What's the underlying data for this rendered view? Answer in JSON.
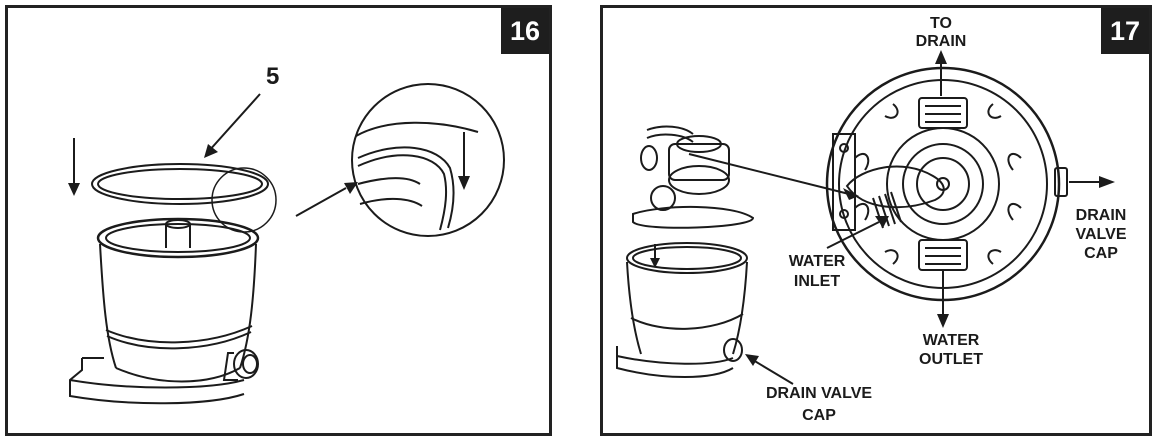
{
  "panels": [
    {
      "step": "16",
      "part_number": "5"
    },
    {
      "step": "17",
      "labels": {
        "to_drain_1": "TO",
        "to_drain_2": "DRAIN",
        "drain_valve_cap_right_1": "DRAIN",
        "drain_valve_cap_right_2": "VALVE",
        "drain_valve_cap_right_3": "CAP",
        "water_inlet_1": "WATER",
        "water_inlet_2": "INLET",
        "water_outlet_1": "WATER",
        "water_outlet_2": "OUTLET",
        "drain_valve_cap_bottom_1": "DRAIN VALVE",
        "drain_valve_cap_bottom_2": "CAP"
      }
    }
  ],
  "colors": {
    "line": "#1b1b1b",
    "badge": "#1e1e1e",
    "badge_text": "#ffffff"
  }
}
